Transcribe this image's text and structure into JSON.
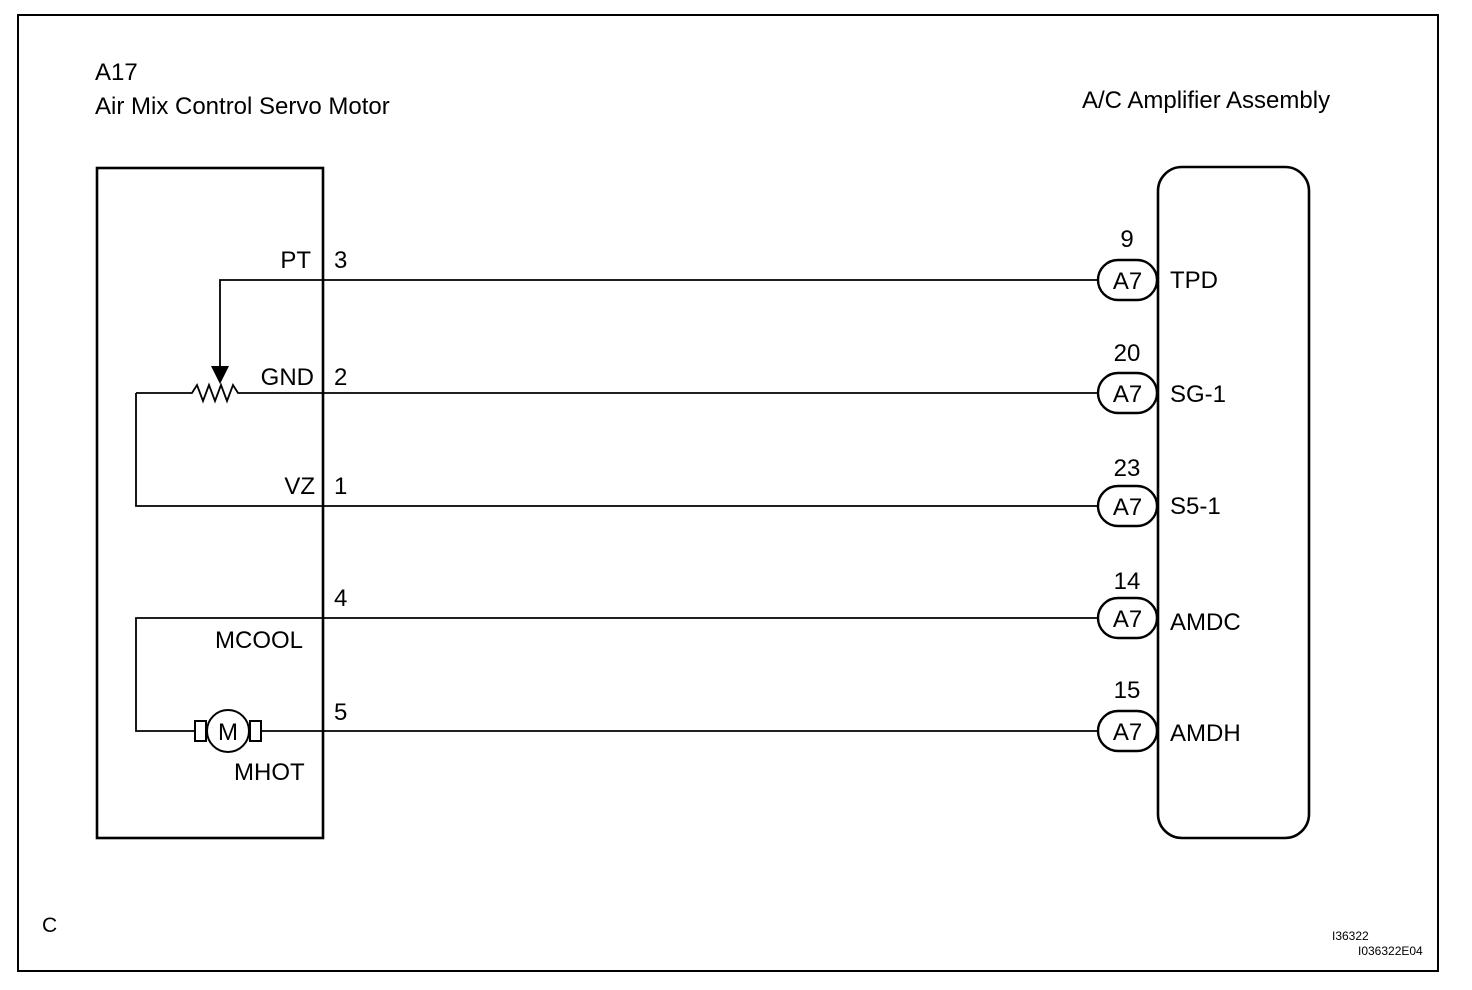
{
  "left_component": {
    "code": "A17",
    "name": "Air Mix Control Servo Motor"
  },
  "right_component": {
    "name": "A/C Amplifier Assembly"
  },
  "connector": "A7",
  "wires": [
    {
      "signal": "PT",
      "motor_pin": "3",
      "amp_pin": "9",
      "amp_terminal": "TPD"
    },
    {
      "signal": "GND",
      "motor_pin": "2",
      "amp_pin": "20",
      "amp_terminal": "SG-1"
    },
    {
      "signal": "VZ",
      "motor_pin": "1",
      "amp_pin": "23",
      "amp_terminal": "S5-1"
    },
    {
      "signal": "MCOOL",
      "motor_pin": "4",
      "amp_pin": "14",
      "amp_terminal": "AMDC"
    },
    {
      "signal": "MHOT",
      "motor_pin": "5",
      "amp_pin": "15",
      "amp_terminal": "AMDH"
    }
  ],
  "motor_symbol": "M",
  "corner_letter": "C",
  "figure_ids": [
    "I36322",
    "I036322E04"
  ]
}
